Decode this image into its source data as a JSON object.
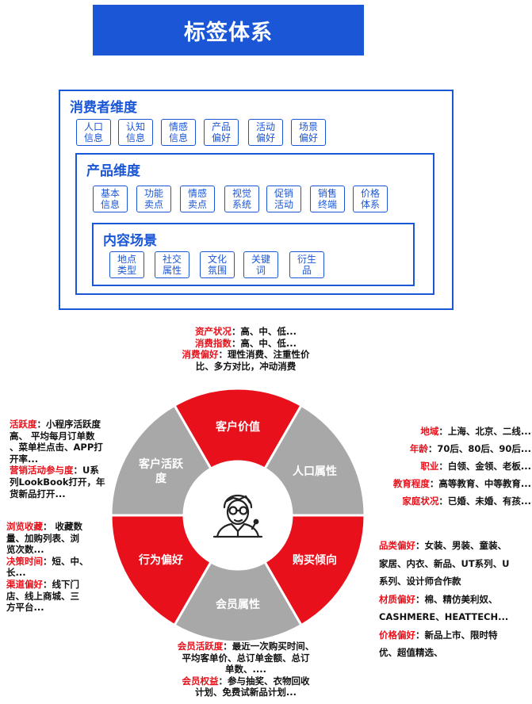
{
  "title": "标签体系",
  "consumer": {
    "title": "消费者维度",
    "tags": [
      "人口\n信息",
      "认知\n信息",
      "情感\n信息",
      "产品\n偏好",
      "活动\n偏好",
      "场景\n偏好"
    ]
  },
  "product": {
    "title": "产品维度",
    "tags": [
      "基本\n信息",
      "功能\n卖点",
      "情感\n卖点",
      "视觉\n系统",
      "促销\n活动",
      "销售\n终端",
      "价格\n体系"
    ]
  },
  "content": {
    "title": "内容场景",
    "tags": [
      "地点\n类型",
      "社交\n属性",
      "文化\n氛围",
      "关键\n词",
      "衍生\n品"
    ]
  },
  "wheel": {
    "segments": [
      "客户价值",
      "人口属性",
      "购买倾向",
      "会员属性",
      "行为偏好",
      "客户活跃\n度"
    ],
    "colors": {
      "red": "#e8101a",
      "gray": "#a8a8a8"
    }
  },
  "annotations": {
    "top": [
      {
        "key": "资产状况",
        "text": "：高、中、低..."
      },
      {
        "key": "消费指数",
        "text": "：高、中、低..."
      },
      {
        "key": "消费偏好",
        "text": "：理性消费、注重性价\n比、多方对比，冲动消费"
      }
    ],
    "left_top": [
      {
        "key": "活跃度",
        "text": "：小程序活跃度\n高、 平均每月订单数\n、菜单栏点击、APP打\n开率..."
      },
      {
        "key": "营销活动参与度",
        "text": "：U系\n列LookBook打开，年\n货新品打开..."
      }
    ],
    "left_bottom": [
      {
        "key": "浏览收藏",
        "text": "： 收藏数\n量、加购列表、浏\n览次数..."
      },
      {
        "key": "决策时间",
        "text": "：短、中、\n长..."
      },
      {
        "key": "渠道偏好",
        "text": "：线下门\n店、线上商城、三\n方平台..."
      }
    ],
    "right_top": [
      {
        "key": "地域",
        "text": "：上海、北京、二线..."
      },
      {
        "key": "年龄",
        "text": "：70后、80后、90后..."
      },
      {
        "key": "职业",
        "text": "：白领、金领、老板..."
      },
      {
        "key": "教育程度",
        "text": "：高等教育、中等教育..."
      },
      {
        "key": "家庭状况",
        "text": "：已婚、未婚、有孩..."
      }
    ],
    "right_bottom": [
      {
        "key": "品类偏好",
        "text": "：女装、男装、童装、\n家居、内衣、新品、UT系列、U\n系列、设计师合作款"
      },
      {
        "key": "材质偏好",
        "text": "：棉、精仿美利奴、\nCASHMERE、HEATTECH..."
      },
      {
        "key": "价格偏好",
        "text": "：新品上市、限时特\n优、超值精选、"
      }
    ],
    "bottom": [
      {
        "key": "会员活跃度",
        "text": "：最近一次购买时间、\n平均客单价、总订单金额、总订\n单数、...."
      },
      {
        "key": "会员权益",
        "text": "：参与抽奖、衣物回收\n计划、免费试新品计划..."
      }
    ]
  }
}
